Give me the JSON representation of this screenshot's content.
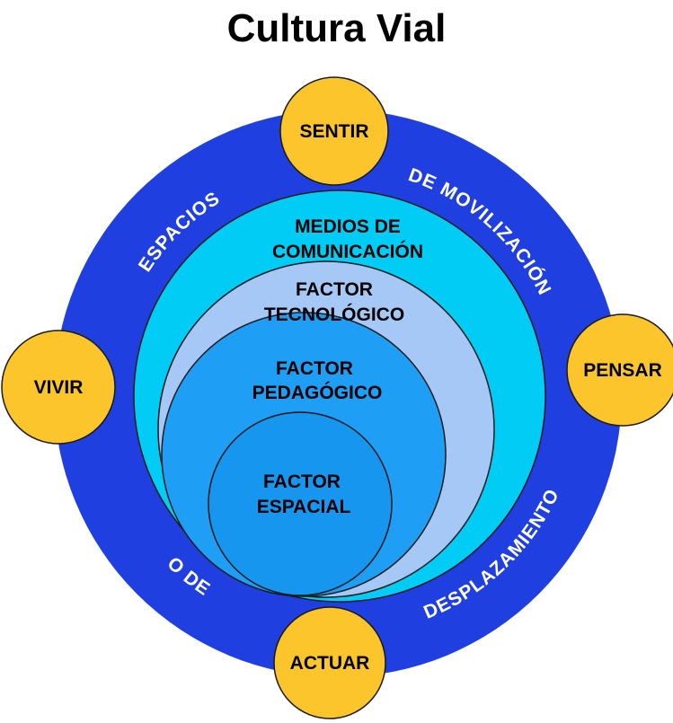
{
  "title": "Cultura Vial",
  "colors": {
    "outer_ring": "#1f3fe0",
    "medios": "#00ccf5",
    "tecnologico": "#a6c8f7",
    "pedagogico": "#1f9ef5",
    "espacial": "#1796f0",
    "action_node": "#fcc52c",
    "outline": "#1a1a1a",
    "ring_text": "#ffffff"
  },
  "ring_labels": {
    "espacios": "ESPACIOS",
    "movilizacion": "DE MOVILIZACIÓN",
    "o_de": "O DE",
    "desplazamiento": "DESPLAZAMIENTO"
  },
  "layers": {
    "medios": [
      "MEDIOS DE",
      "COMUNICACIÓN"
    ],
    "tecnologico": [
      "FACTOR",
      "TECNOLÓGICO"
    ],
    "pedagogico": [
      "FACTOR",
      "PEDAGÓGICO"
    ],
    "espacial": [
      "FACTOR",
      "ESPACIAL"
    ]
  },
  "action_nodes": {
    "sentir": "SENTIR",
    "pensar": "PENSAR",
    "actuar": "ACTUAR",
    "vivir": "VIVIR"
  }
}
